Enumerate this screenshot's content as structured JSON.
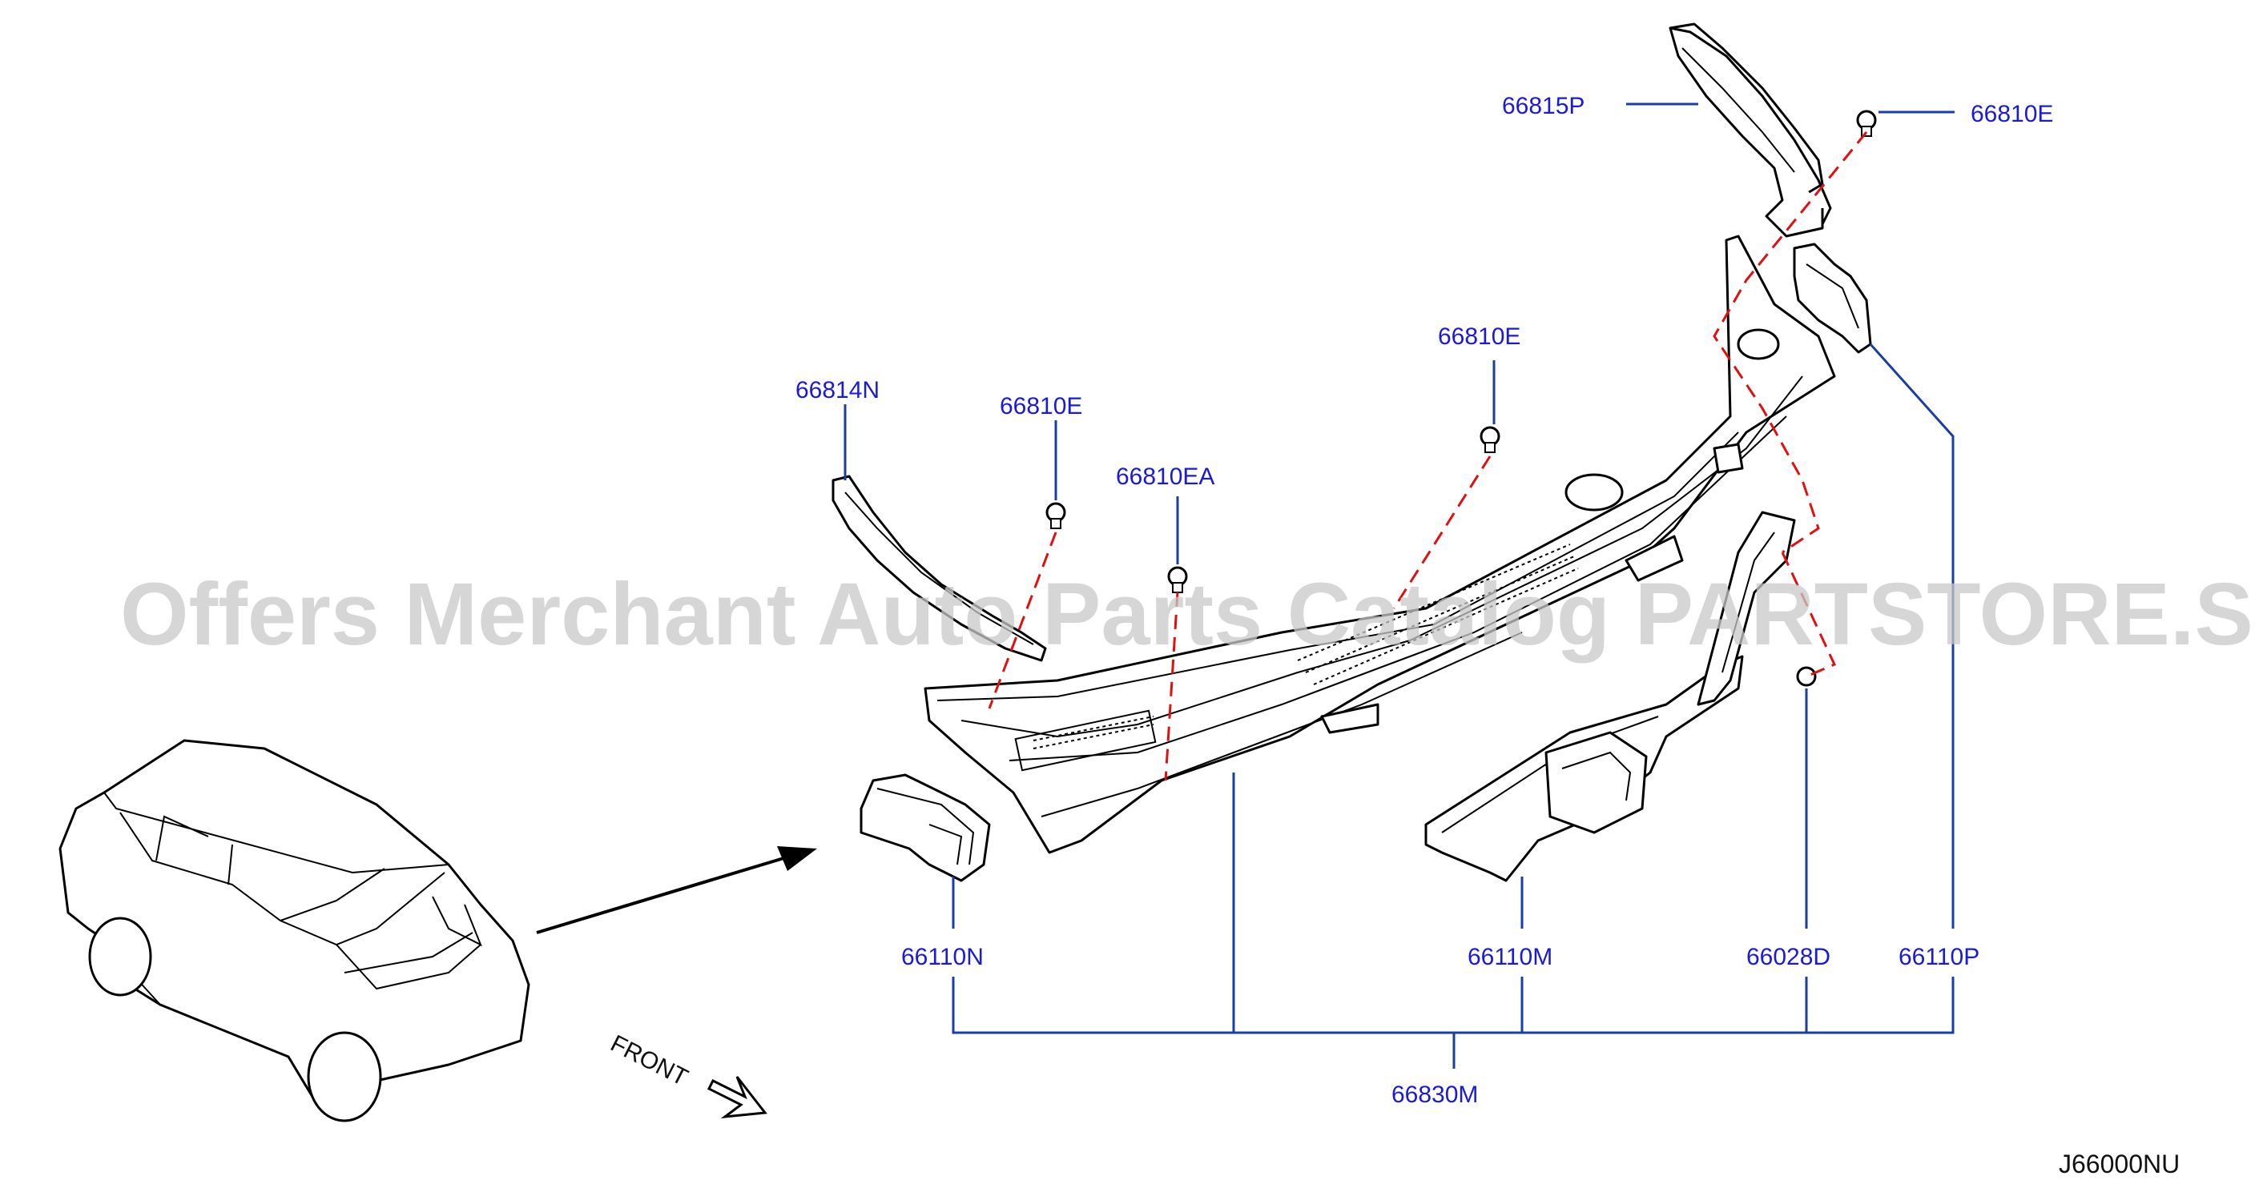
{
  "watermark": "Offers Merchant Auto Parts Catalog PARTSTORE.SA",
  "reference_code": "J66000NU",
  "front_label": "FRONT",
  "callouts": {
    "c_66815P": "66815P",
    "c_66810E_top": "66810E",
    "c_66810E_mid": "66810E",
    "c_66814N": "66814N",
    "c_66810E_left": "66810E",
    "c_66810EA": "66810EA",
    "c_66110N": "66110N",
    "c_66110M": "66110M",
    "c_66028D": "66028D",
    "c_66110P": "66110P",
    "c_66830M": "66830M"
  },
  "colors": {
    "callout_text": "#1a1adb",
    "leader_line": "#1b3fa0",
    "alignment_dash": "#e01010",
    "outline": "#000000"
  }
}
